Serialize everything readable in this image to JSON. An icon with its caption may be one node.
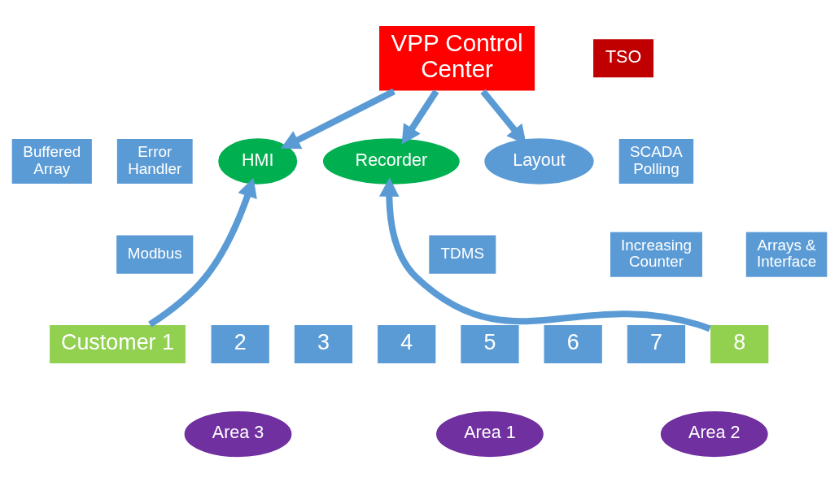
{
  "diagram": {
    "nodes": [
      {
        "text": [
          "VPP Control Center"
        ]
      },
      {
        "text": [
          "TSO"
        ]
      },
      {
        "text": [
          "Buffered Array"
        ]
      },
      {
        "text": [
          "Error Handler"
        ]
      },
      {
        "text": [
          "HMI"
        ]
      },
      {
        "text": [
          "Recorder"
        ]
      },
      {
        "text": [
          "Layout"
        ]
      },
      {
        "text": [
          "SCADA Polling"
        ]
      },
      {
        "text": [
          "TDMS"
        ]
      },
      {
        "text": [
          "Modbus"
        ]
      },
      {
        "text": [
          "Increasing Counter"
        ]
      },
      {
        "text": [
          "Arrays & Interface"
        ]
      },
      {
        "text": [
          "Customer 1"
        ]
      },
      {
        "text": [
          "2"
        ]
      },
      {
        "text": [
          "3"
        ]
      },
      {
        "text": [
          "4"
        ]
      },
      {
        "text": [
          "5"
        ]
      },
      {
        "text": [
          "6"
        ]
      },
      {
        "text": [
          "7"
        ]
      },
      {
        "text": [
          "8"
        ]
      },
      {
        "text": [
          "Area 3"
        ]
      },
      {
        "text": [
          "Area 1"
        ]
      },
      {
        "text": [
          "Area 2"
        ]
      }
    ],
    "edges": [
      {
        "from": 0,
        "to": 4,
        "arrow": "to"
      },
      {
        "from": 0,
        "to": 5,
        "arrow": "to"
      },
      {
        "from": 0,
        "to": 6,
        "arrow": "to"
      },
      {
        "from": 12,
        "to": 4,
        "arrow": "to"
      },
      {
        "from": 19,
        "to": 5,
        "arrow": "to"
      }
    ]
  }
}
